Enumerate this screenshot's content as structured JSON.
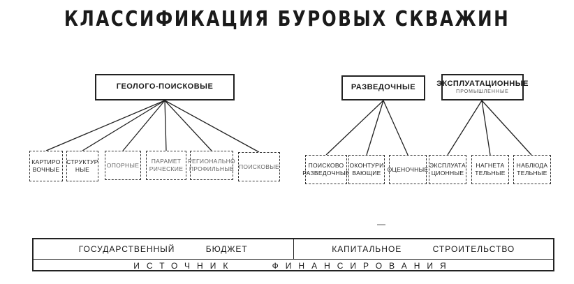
{
  "title": "КЛАССИФИКАЦИЯ БУРОВЫХ СКВАЖИН",
  "groups": {
    "geological": {
      "label": "ГЕОЛОГО-ПОИСКОВЫЕ",
      "children": [
        [
          "КАРТИРО",
          "ВОЧНЫЕ"
        ],
        [
          "СТРУКТУР",
          "НЫЕ"
        ],
        [
          "ОПОРНЫЕ"
        ],
        [
          "ПАРАМЕТ",
          "РИЧЕСКИЕ"
        ],
        [
          "РЕГИОНАЛЬНО",
          "ПРОФИЛЬНЫЕ"
        ],
        [
          "ПОИСКОВЫЕ"
        ]
      ]
    },
    "exploration": {
      "label": "РАЗВЕДОЧНЫЕ",
      "children": [
        [
          "ПОИСКОВО",
          "РАЗВЕДОЧНЫЕ"
        ],
        [
          "ОКОНТУРИ",
          "ВАЮЩИЕ"
        ],
        [
          "ОЦЕНОЧНЫЕ"
        ]
      ]
    },
    "production": {
      "label": "ЭКСПЛУАТАЦИОННЫЕ",
      "sublabel": "ПРОМЫШЛЕННЫЕ",
      "children": [
        [
          "ЭКСПЛУАТА",
          "ЦИОННЫЕ"
        ],
        [
          "НАГНЕТА",
          "ТЕЛЬНЫЕ"
        ],
        [
          "НАБЛЮДА",
          "ТЕЛЬНЫЕ"
        ]
      ]
    }
  },
  "funding": {
    "left": "ГОСУДАРСТВЕННЫЙ БЮДЖЕТ",
    "right": "КАПИТАЛЬНОЕ СТРОИТЕЛЬСТВО",
    "bottom": "ИСТОЧНИК ФИНАНСИРОВАНИЯ"
  }
}
